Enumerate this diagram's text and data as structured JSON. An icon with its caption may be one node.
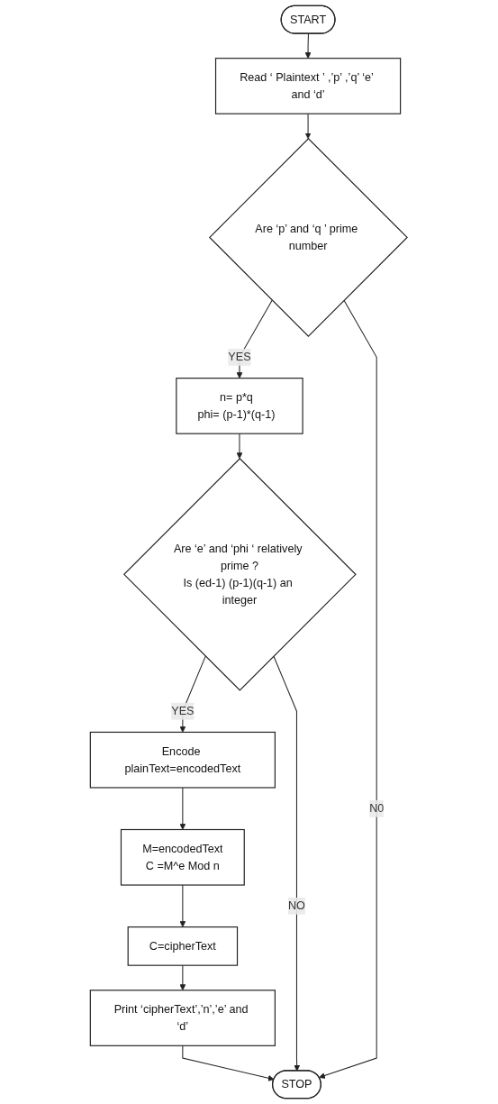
{
  "diagram": {
    "nodes": [
      {
        "text": [
          "START"
        ]
      },
      {
        "text": [
          "Read ‘ Plaintext ’ ,’p’ ,’q’ ‘e’ and ‘d’"
        ]
      },
      {
        "text": [
          "Are ‘p’ and ‘q ’ prime number"
        ]
      },
      {
        "text": [
          "n= p*q",
          "phi= (p-1)*(q-1)"
        ]
      },
      {
        "text": [
          "Are ‘e’ and ‘phi ‘ relatively prime ?",
          "Is (ed-1) (p-1)(q-1) an integer"
        ]
      },
      {
        "text": [
          "Encode plainText=encodedText"
        ]
      },
      {
        "text": [
          "M=encodedText",
          "C =M^e Mod n"
        ]
      },
      {
        "text": [
          "C=cipherText"
        ]
      },
      {
        "text": [
          "Print ‘cipherText’,’n’,’e’ and ‘d’"
        ]
      },
      {
        "text": [
          "STOP"
        ]
      }
    ],
    "edges": [
      {
        "from": 0,
        "to": 1,
        "arrow": "to"
      },
      {
        "from": 1,
        "to": 2,
        "arrow": "to"
      },
      {
        "from": 2,
        "to": 3,
        "label": "YES",
        "arrow": "to"
      },
      {
        "from": 3,
        "to": 4,
        "arrow": "to"
      },
      {
        "from": 4,
        "to": 5,
        "label": "YES",
        "arrow": "to"
      },
      {
        "from": 5,
        "to": 6,
        "arrow": "to"
      },
      {
        "from": 6,
        "to": 7,
        "arrow": "to"
      },
      {
        "from": 7,
        "to": 8,
        "arrow": "to"
      },
      {
        "from": 8,
        "to": 9,
        "arrow": "to"
      },
      {
        "from": 2,
        "to": 9,
        "label": "N0",
        "arrow": "to"
      },
      {
        "from": 4,
        "to": 9,
        "label": "NO",
        "arrow": "to"
      }
    ]
  }
}
